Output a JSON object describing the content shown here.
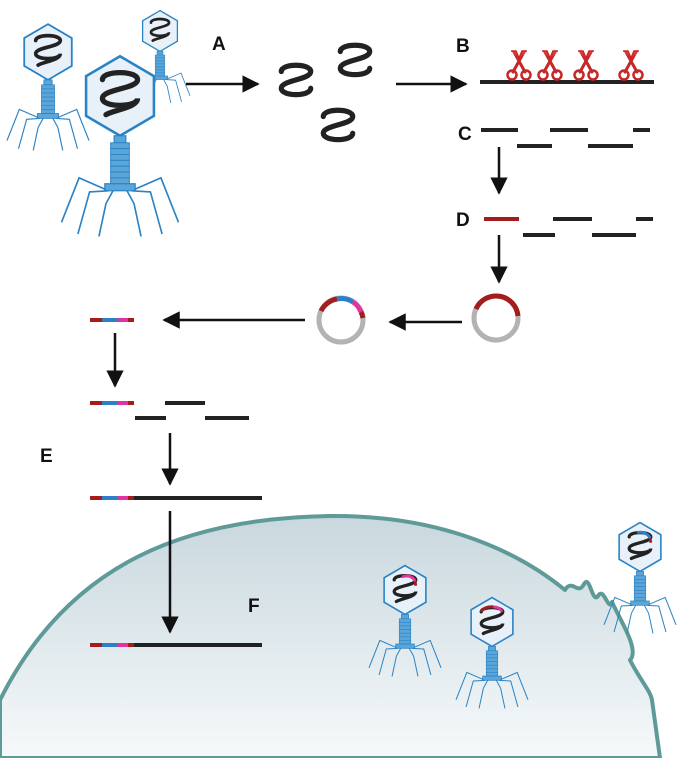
{
  "labels": {
    "a": "A",
    "b": "B",
    "c": "C",
    "d": "D",
    "e": "E",
    "f": "F"
  },
  "colors": {
    "phage_outline": "#2a83c4",
    "phage_fill": "#dbe8f5",
    "phage_tail": "#5ba5d8",
    "dna": "#222222",
    "scissors": "#d42a2a",
    "insert_red": "#a51c1c",
    "insert_blue": "#2f7fc8",
    "insert_magenta": "#e0359e",
    "plasmid_gray": "#b3b3b3",
    "cell_outline": "#5e9a98",
    "cell_fill_top": "#c9d8de",
    "cell_fill_bottom": "#f5f8fa",
    "arrow": "#111111"
  },
  "icons": {
    "phage": "bacteriophage-icon",
    "scissors": "scissors-icon",
    "plasmid": "plasmid-icon"
  }
}
